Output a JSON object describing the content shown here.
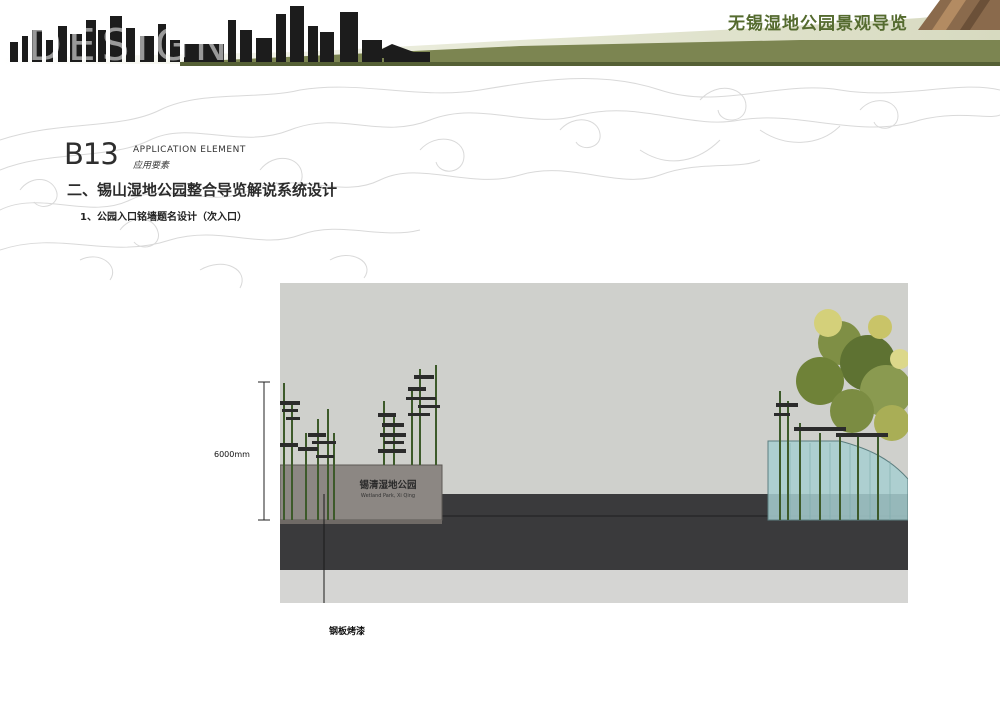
{
  "header": {
    "title": "无锡湿地公园景观导览",
    "watermark": "DESIGN"
  },
  "section": {
    "code": "B13",
    "title_en": "APPLICATION ELEMENT",
    "title_cn": "应用要素"
  },
  "page": {
    "heading": "二、锡山湿地公园整合导览解说系统设计",
    "subheading": "1、公园入口铭墙题名设计（次入口）"
  },
  "drawing": {
    "sign_title": "锡清湿地公园",
    "sign_subtitle": "Wetland Park, Xi Qing",
    "dimension_label": "6000mm",
    "material_label": "钢板烤漆"
  },
  "colors": {
    "header_olive": "#6b7445",
    "title_green": "#556b2f",
    "sky": "#cfd0cc",
    "road": "#3a3a3c",
    "wall": "#8c8783",
    "pole": "#3d5a2a"
  }
}
